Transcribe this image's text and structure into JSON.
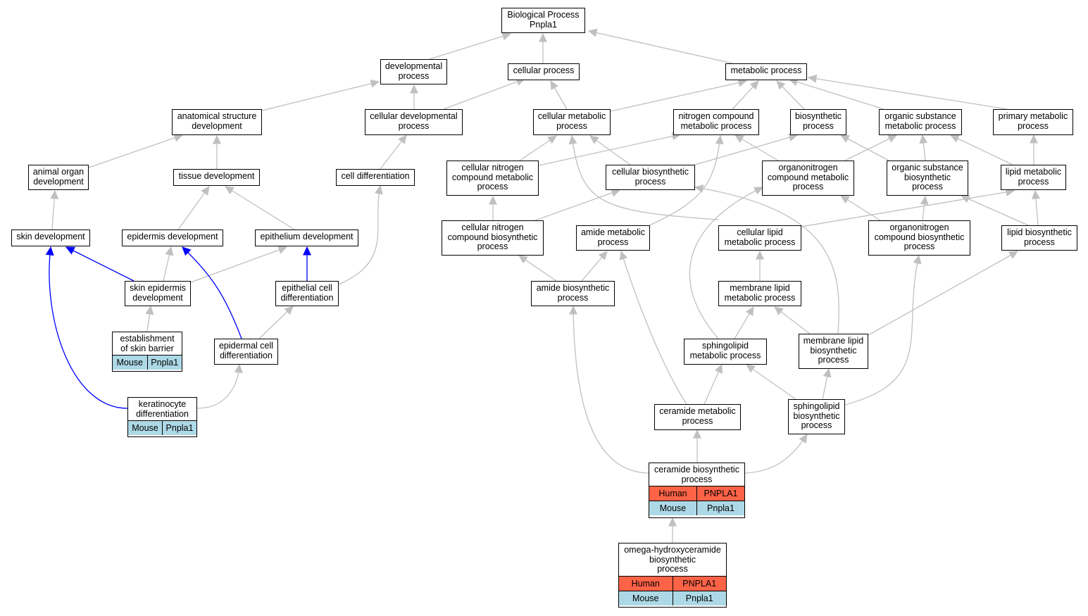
{
  "colors": {
    "edge_gray": "#c0c0c0",
    "edge_blue": "#0000ff",
    "mouse_bg": "#add8e6",
    "human_bg": "#ff6347"
  },
  "nodes": {
    "root": {
      "label": "Biological Process\nPnpla1"
    },
    "developmental_process": {
      "label": "developmental\nprocess"
    },
    "cellular_process": {
      "label": "cellular process"
    },
    "metabolic_process": {
      "label": "metabolic process"
    },
    "anatomical_structure_development": {
      "label": "anatomical structure\ndevelopment"
    },
    "cellular_developmental_process": {
      "label": "cellular developmental\nprocess"
    },
    "cellular_metabolic_process": {
      "label": "cellular metabolic\nprocess"
    },
    "nitrogen_compound_metabolic_process": {
      "label": "nitrogen compound\nmetabolic process"
    },
    "biosynthetic_process": {
      "label": "biosynthetic\nprocess"
    },
    "organic_substance_metabolic_process": {
      "label": "organic substance\nmetabolic process"
    },
    "primary_metabolic_process": {
      "label": "primary metabolic\nprocess"
    },
    "animal_organ_development": {
      "label": "animal organ\ndevelopment"
    },
    "tissue_development": {
      "label": "tissue development"
    },
    "cell_differentiation": {
      "label": "cell differentiation"
    },
    "cellular_nitrogen_compound_metabolic_process": {
      "label": "cellular nitrogen\ncompound metabolic\nprocess"
    },
    "cellular_biosynthetic_process": {
      "label": "cellular biosynthetic\nprocess"
    },
    "organonitrogen_compound_metabolic_process": {
      "label": "organonitrogen\ncompound metabolic\nprocess"
    },
    "organic_substance_biosynthetic_process": {
      "label": "organic substance\nbiosynthetic\nprocess"
    },
    "lipid_metabolic_process": {
      "label": "lipid metabolic\nprocess"
    },
    "skin_development": {
      "label": "skin development"
    },
    "epidermis_development": {
      "label": "epidermis development"
    },
    "epithelium_development": {
      "label": "epithelium development"
    },
    "cellular_nitrogen_compound_biosynthetic_process": {
      "label": "cellular nitrogen\ncompound biosynthetic\nprocess"
    },
    "amide_metabolic_process": {
      "label": "amide metabolic\nprocess"
    },
    "cellular_lipid_metabolic_process": {
      "label": "cellular lipid\nmetabolic process"
    },
    "organonitrogen_compound_biosynthetic_process": {
      "label": "organonitrogen\ncompound biosynthetic\nprocess"
    },
    "lipid_biosynthetic_process": {
      "label": "lipid biosynthetic\nprocess"
    },
    "skin_epidermis_development": {
      "label": "skin epidermis\ndevelopment"
    },
    "epithelial_cell_differentiation": {
      "label": "epithelial cell\ndifferentiation"
    },
    "amide_biosynthetic_process": {
      "label": "amide biosynthetic\nprocess"
    },
    "membrane_lipid_metabolic_process": {
      "label": "membrane lipid\nmetabolic process"
    },
    "establishment_of_skin_barrier": {
      "label": "establishment\nof skin barrier",
      "mouse": [
        "Mouse",
        "Pnpla1"
      ]
    },
    "epidermal_cell_differentiation": {
      "label": "epidermal cell\ndifferentiation"
    },
    "sphingolipid_metabolic_process": {
      "label": "sphingolipid\nmetabolic process"
    },
    "membrane_lipid_biosynthetic_process": {
      "label": "membrane lipid\nbiosynthetic\nprocess"
    },
    "keratinocyte_differentiation": {
      "label": "keratinocyte\ndifferentiation",
      "mouse": [
        "Mouse",
        "Pnpla1"
      ]
    },
    "ceramide_metabolic_process": {
      "label": "ceramide metabolic\nprocess"
    },
    "sphingolipid_biosynthetic_process": {
      "label": "sphingolipid\nbiosynthetic\nprocess"
    },
    "ceramide_biosynthetic_process": {
      "label": "ceramide biosynthetic\nprocess",
      "human": [
        "Human",
        "PNPLA1"
      ],
      "mouse": [
        "Mouse",
        "Pnpla1"
      ]
    },
    "omega_hydroxyceramide_biosynthetic_process": {
      "label": "omega-hydroxyceramide\nbiosynthetic\nprocess",
      "human": [
        "Human",
        "PNPLA1"
      ],
      "mouse": [
        "Mouse",
        "Pnpla1"
      ]
    }
  }
}
